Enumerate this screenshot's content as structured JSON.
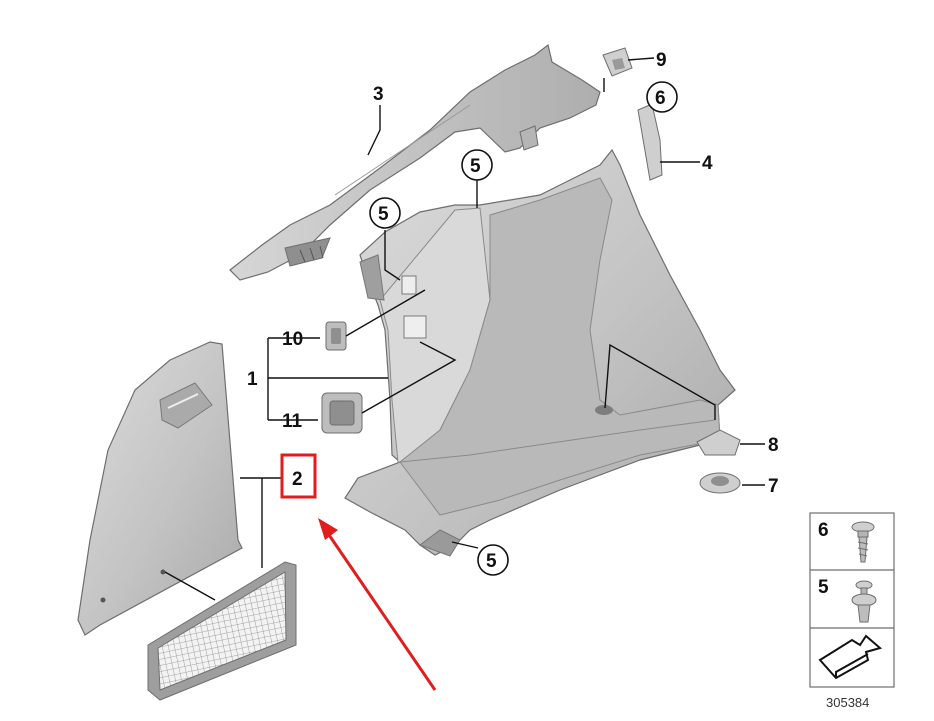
{
  "callouts": {
    "c1": "1",
    "c2": "2",
    "c3": "3",
    "c4": "4",
    "c5a": "5",
    "c5b": "5",
    "c5c": "5",
    "c6": "6",
    "c7": "7",
    "c8": "8",
    "c9": "9",
    "c10": "10",
    "c11": "11"
  },
  "legend": {
    "item6": "6",
    "item5": "5",
    "reference_number": "305384"
  },
  "colors": {
    "highlight": "#e11d1d",
    "part_fill": "#c9c9c9",
    "part_shade": "#a9a9a9"
  },
  "highlighted_callout": "2"
}
